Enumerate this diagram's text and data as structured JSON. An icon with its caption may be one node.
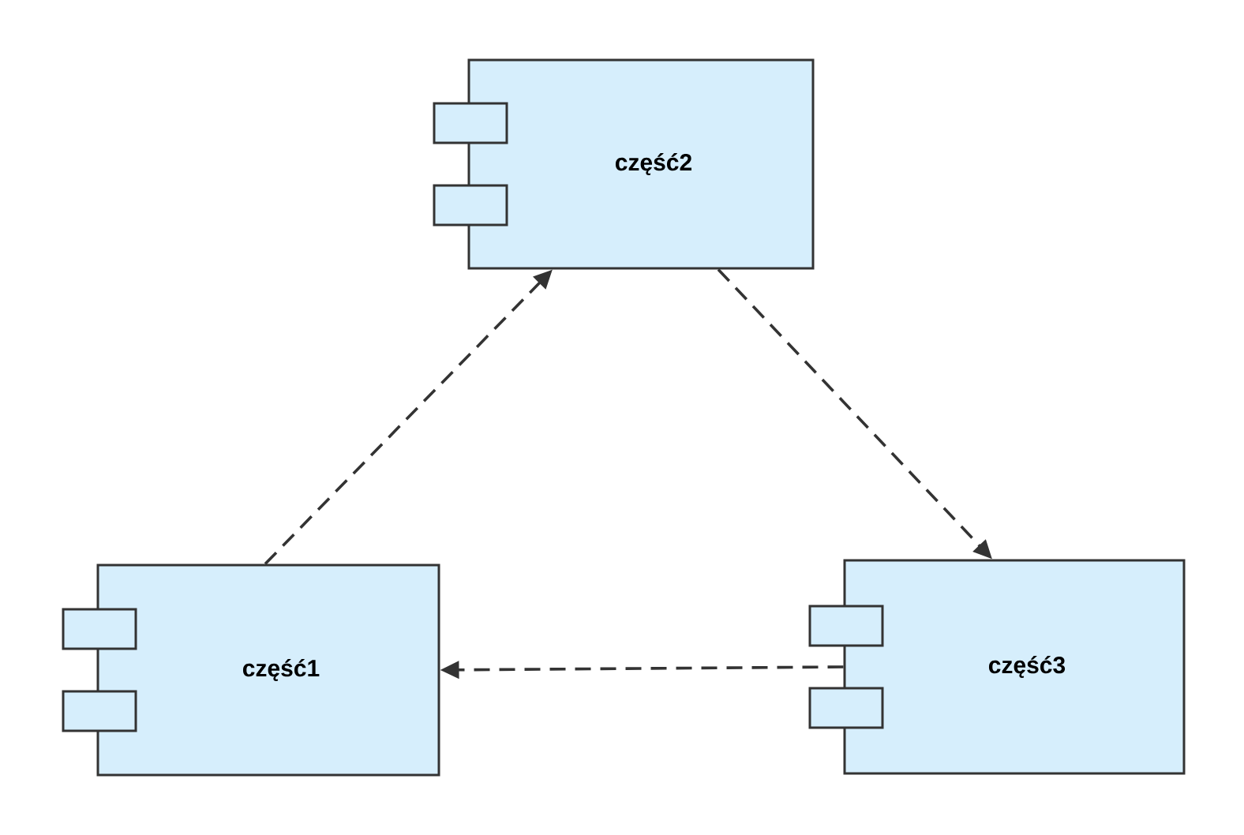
{
  "diagram": {
    "nodes": [
      {
        "text": [
          "część2"
        ]
      },
      {
        "text": [
          "część1"
        ]
      },
      {
        "text": [
          "część3"
        ]
      }
    ],
    "edges": [
      {
        "from": 1,
        "to": 0,
        "arrow": "to",
        "style": "dashed"
      },
      {
        "from": 0,
        "to": 2,
        "arrow": "to",
        "style": "dashed"
      },
      {
        "from": 2,
        "to": 1,
        "arrow": "to",
        "style": "dashed"
      }
    ]
  }
}
